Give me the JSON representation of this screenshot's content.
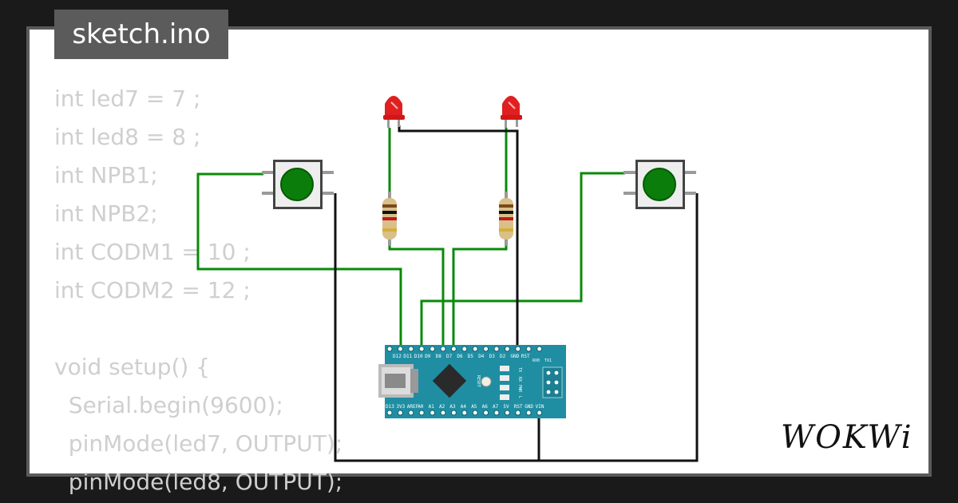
{
  "file_tab": {
    "name": "sketch.ino"
  },
  "code": {
    "lines": [
      "int led7 = 7 ;",
      "int led8 = 8 ;",
      "int NPB1;",
      "int NPB2;",
      "int CODM1 = 10 ;",
      "int CODM2 = 12 ;",
      "",
      "void setup() {",
      "  Serial.begin(9600);",
      "  pinMode(led7, OUTPUT);",
      "  pinMode(led8, OUTPUT);"
    ]
  },
  "board": {
    "top_pins": [
      "D12",
      "D11",
      "D10",
      "D9",
      "D8",
      "D7",
      "D6",
      "D5",
      "D4",
      "D3",
      "D2",
      "GND",
      "RST"
    ],
    "bottom_pins": [
      "D13",
      "3V3",
      "AREF",
      "A0",
      "A1",
      "A2",
      "A3",
      "A4",
      "A5",
      "A6",
      "A7",
      "5V",
      "RST",
      "GND",
      "VIN"
    ],
    "serial_labels": [
      "RX0",
      "TX1"
    ],
    "reset_label": "RESET",
    "led_labels": [
      "TX",
      "RX",
      "PWR",
      "L"
    ]
  },
  "brand": {
    "text": "WOKWi"
  },
  "colors": {
    "background": "#1a1a1a",
    "canvas": "#ffffff",
    "tab": "#5b5b5b",
    "code_text": "#cfcfcf",
    "board": "#1f8ea3",
    "wire_green": "#0a8a0a",
    "wire_black": "#111111",
    "led_red": "#e02020",
    "button_cap": "#0b7d0b"
  }
}
